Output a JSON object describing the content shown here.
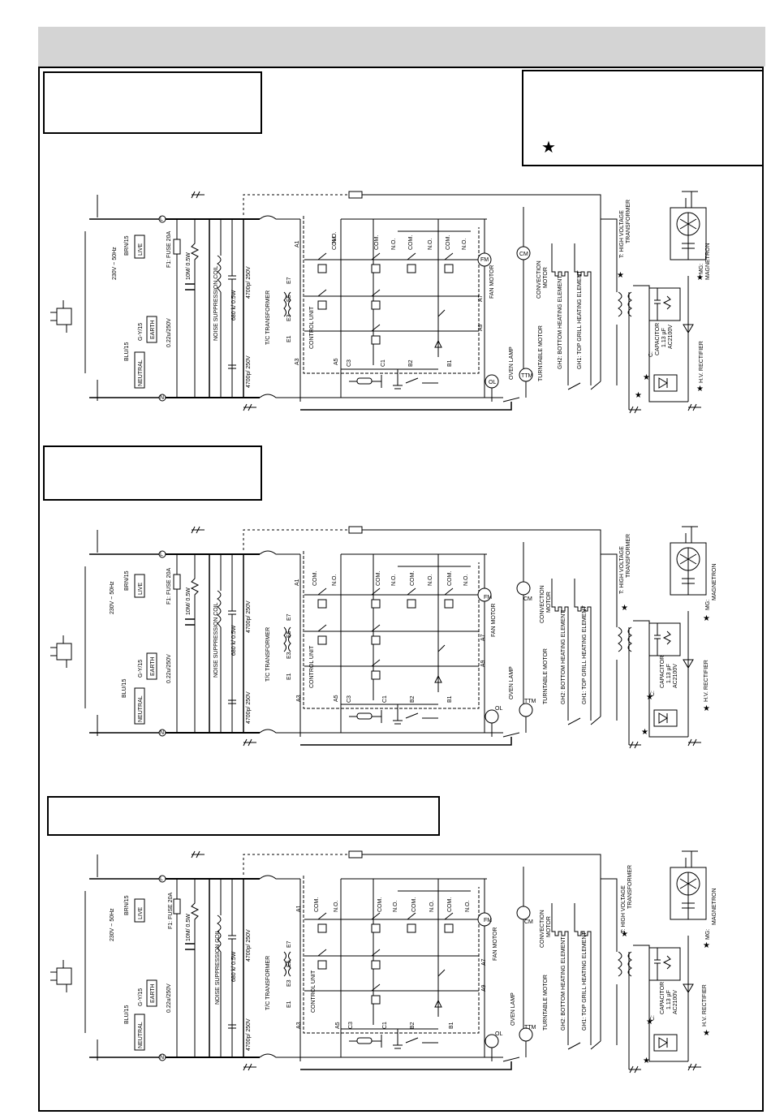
{
  "header": {
    "band_color": "#d4d4d4"
  },
  "note_box": {
    "star_symbol": "★"
  },
  "labels": {
    "supply": "230V ~ 50Hz",
    "brn": "BRN/15",
    "blu": "BLU/15",
    "gy": "G-Y/15",
    "live": "LIVE",
    "neutral": "NEUTRAL",
    "earth": "EARTH",
    "L": "L",
    "N": "N",
    "fuse": "F1: FUSE 20A",
    "resistor": "10M/ 0.5W",
    "cap_small": "0.22u/250V",
    "noise_coil": "NOISE SUPPRESSION COIL",
    "res_680": "680 k/ 0.5W",
    "cap_4700_top": "4700p/ 250V",
    "cap_4700_bot": "4700p/ 250V",
    "tc_transformer": "T/C TRANSFORMER",
    "control_unit": "CONTROL UNIT",
    "a1": "A1",
    "a3": "A3",
    "a5": "A5",
    "a7": "A7",
    "a9": "A9",
    "e1": "E1",
    "e3": "E3",
    "e5": "E5",
    "e7": "E7",
    "c1": "C1",
    "c3": "C3",
    "b1": "B1",
    "b2": "B2",
    "com": "COM.",
    "no": "N.O.",
    "fm": "FM",
    "fan_motor": "FAN MOTOR",
    "cm": "CM",
    "convection": "CONVECTION",
    "motor": "MOTOR",
    "ol": "OL",
    "oven_lamp": "OVEN LAMP",
    "tm": "TTM",
    "turntable_motor": "TURNTABLE MOTOR",
    "gh2": "GH2: BOTTOM HEATING ELEMENT",
    "gh1": "GH1: TOP GRILL HEATING ELEMENT",
    "hv_transformer_1": "T: HIGH VOLTAGE",
    "hv_transformer_2": "TRANSFORMER",
    "mg": "MG:",
    "magnetron": "MAGNETRON",
    "capacitor_c": "C:",
    "capacitor": "CAPACITOR",
    "cap_value": "1.13 µF",
    "cap_voltage": "AC2100V",
    "rectifier": "H.V. RECTIFIER",
    "star": "★"
  }
}
